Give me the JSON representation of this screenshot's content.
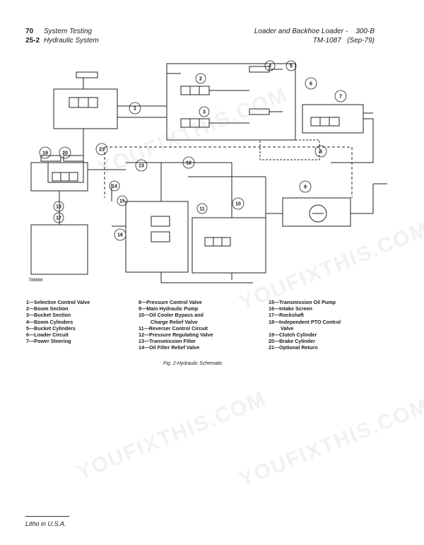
{
  "header": {
    "page_number": "70",
    "section_number": "25-2",
    "section_title": "System Testing",
    "subsection_title": "Hydraulic System",
    "machine": "Loader and Backhoe Loader -",
    "model": "300-B",
    "manual": "TM-1087",
    "date": "(Sep-79)"
  },
  "figure": {
    "code": "T88866",
    "caption": "Fig. 2-Hydraulic Schematic",
    "callouts": [
      "1",
      "2",
      "3",
      "4",
      "5",
      "6",
      "7",
      "8",
      "9",
      "10",
      "11",
      "12",
      "13",
      "14",
      "15",
      "16",
      "17",
      "18",
      "19",
      "20",
      "21"
    ]
  },
  "legend": {
    "col1": [
      "1—Selective Control Valve",
      "2—Boom Section",
      "3—Bucket Section",
      "4—Boom Cylinders",
      "5—Bucket Cylinders",
      "6—Loader Circuit",
      "7—Power Steering"
    ],
    "col2": [
      "8—Pressure Control Valve",
      "9—Main Hydraulic Pump",
      "10—Oil Cooler Bypass and",
      "Charge Relief Valve",
      "11—Reverser Control Circuit",
      "12—Pressure Regulating Valve",
      "13—Transmission Filter",
      "14—Oil Filter Relief Valve"
    ],
    "col3": [
      "15—Transmission Oil Pump",
      "16—Intake Screen",
      "17—Rockshaft",
      "18—Independent PTO Control",
      "Valve",
      "19—Clutch Cylinder",
      "20—Brake Cylinder",
      "21—Optional Return"
    ]
  },
  "footer": {
    "text": "Litho in U.S.A."
  },
  "watermark": {
    "text": "YOUFIXTHIS.COM"
  }
}
